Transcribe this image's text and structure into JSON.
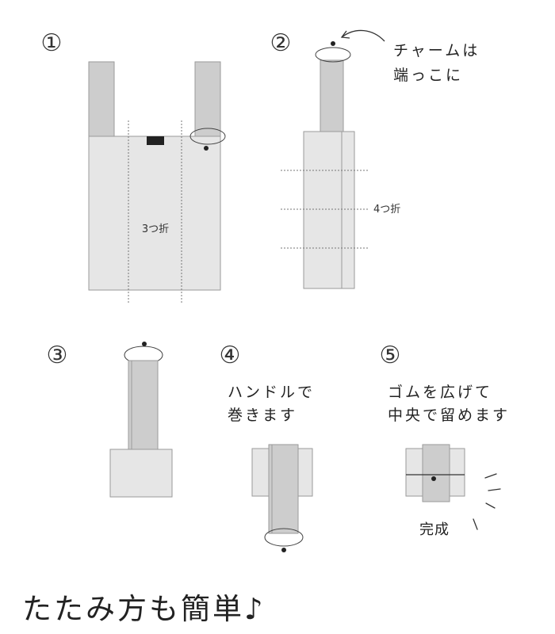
{
  "steps": [
    {
      "number": "①",
      "label": "3つ折"
    },
    {
      "number": "②",
      "note_line1": "チャームは",
      "note_line2": "端っこに",
      "label": "4つ折"
    },
    {
      "number": "③"
    },
    {
      "number": "④",
      "note_line1": "ハンドルで",
      "note_line2": "巻きます"
    },
    {
      "number": "⑤",
      "note_line1": "ゴムを広げて",
      "note_line2": "中央で留めます",
      "done_label": "完成"
    }
  ],
  "footer_title": "たたみ方も簡単♪",
  "colors": {
    "bag_fill": "#e6e6e6",
    "handle_fill": "#cdcdcd",
    "outline": "#9a9a9a",
    "line": "#333333"
  }
}
